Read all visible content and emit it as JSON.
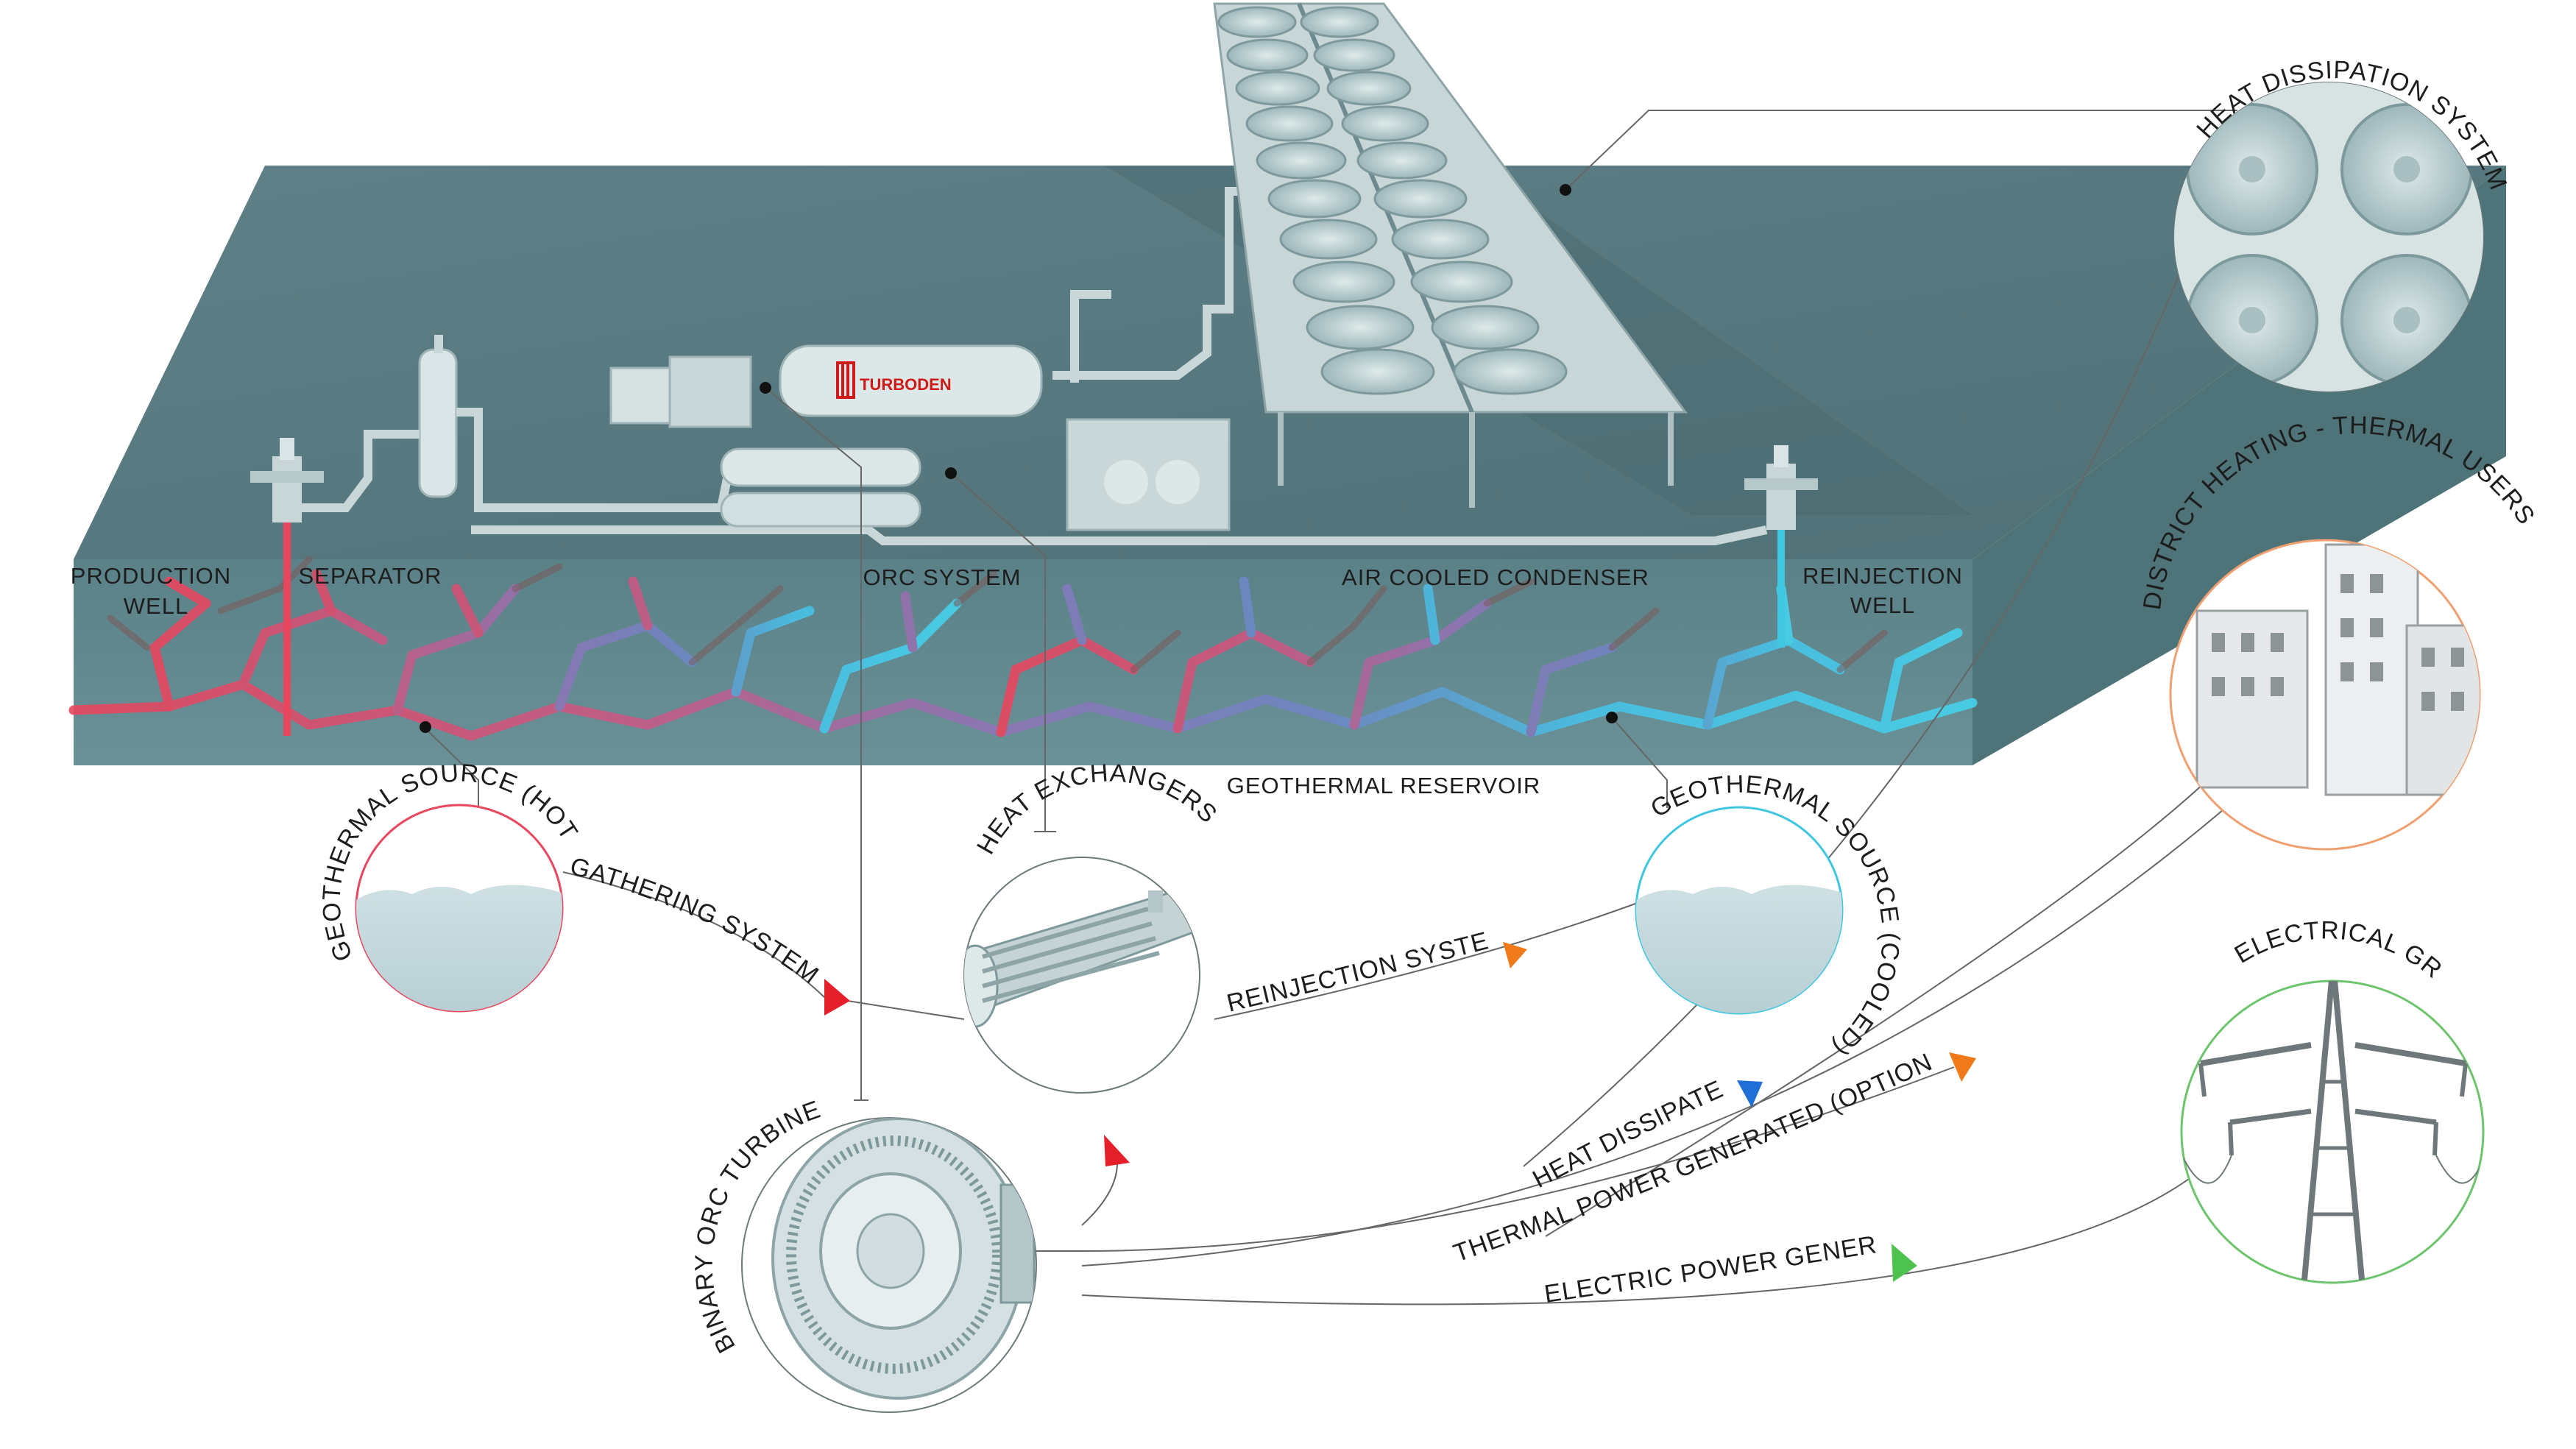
{
  "plant_labels": {
    "production_well_1": "PRODUCTION",
    "production_well_2": "WELL",
    "separator": "SEPARATOR",
    "orc_system": "ORC SYSTEM",
    "air_cooled_condenser": "AIR COOLED CONDENSER",
    "reinjection_well_1": "REINJECTION",
    "reinjection_well_2": "WELL",
    "geothermal_reservoir": "GEOTHERMAL RESERVOIR",
    "brand_logo_text": "TURBODEN"
  },
  "circle_labels": {
    "source_hot": "GEOTHERMAL SOURCE (HOT)",
    "heat_exchangers": "HEAT EXCHANGERS",
    "source_cooled": "GEOTHERMAL SOURCE (COOLED)",
    "binary_orc_turbine": "BINARY ORC TURBINE",
    "heat_dissipation_system": "HEAT DISSIPATION SYSTEM",
    "district_heating": "DISTRICT HEATING - THERMAL USERS",
    "electrical_grid": "ELECTRICAL GRID"
  },
  "flow_labels": {
    "gathering_system": "GATHERING SYSTEM",
    "reinjection_system": "REINJECTION SYSTEM",
    "heat_dissipated": "HEAT DISSIPATED",
    "thermal_power": "THERMAL POWER GENERATED (OPTIONAL)",
    "electric_power": "ELECTRIC POWER GENERATED"
  },
  "colors": {
    "hot": "#e8475f",
    "cooled": "#3fc6e0",
    "district": "#f0a070",
    "grid": "#6cc46c",
    "ground_top": "#577a80",
    "ground_side": "#5a7f86",
    "arrow_red": "#e6202a",
    "arrow_orange": "#f07a1a",
    "arrow_blue": "#1f6fd6",
    "arrow_green": "#4ec24e"
  }
}
